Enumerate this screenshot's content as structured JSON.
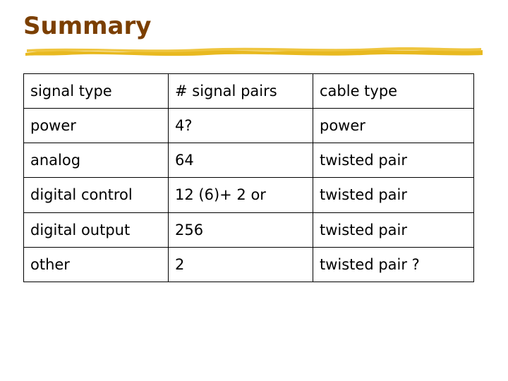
{
  "slide": {
    "title": "Summary",
    "accent_color": "#e8b920",
    "title_color": "#7b3f00"
  },
  "table": {
    "headers": [
      "signal type",
      "# signal pairs",
      "cable type"
    ],
    "rows": [
      [
        "power",
        "4?",
        "power"
      ],
      [
        "analog",
        "64",
        "twisted pair"
      ],
      [
        "digital control",
        "12 (6)+ 2 or",
        "twisted pair"
      ],
      [
        "digital output",
        "256",
        "twisted pair"
      ],
      [
        "other",
        "2",
        "twisted pair ?"
      ]
    ]
  }
}
